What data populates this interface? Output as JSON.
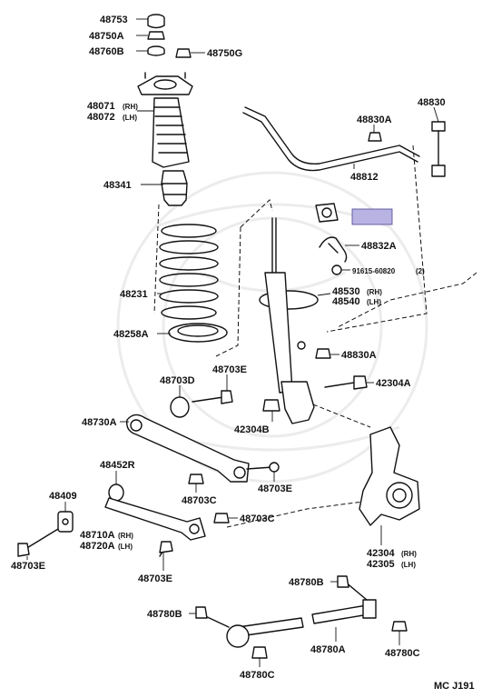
{
  "highlight_color": "#b9b3e3",
  "figure_code": "MC J191",
  "parts": {
    "p48753": "48753",
    "p48750A": "48750A",
    "p48760B": "48760B",
    "p48750G": "48750G",
    "p48071": "48071",
    "p48072": "48072",
    "p48341": "48341",
    "p48231": "48231",
    "p48258A": "48258A",
    "p48830": "48830",
    "p48830A_top": "48830A",
    "p48812": "48812",
    "p48832A": "48832A",
    "p91615": "91615-60820",
    "p91615_qty": "(2)",
    "p48530": "48530",
    "p48540": "48540",
    "p48830A_mid": "48830A",
    "p42304A": "42304A",
    "p42304B": "42304B",
    "p48703D": "48703D",
    "p48703E_a": "48703E",
    "p48730A": "48730A",
    "p48452R": "48452R",
    "p48703E_b": "48703E",
    "p48703C_a": "48703C",
    "p48703C_b": "48703C",
    "p48409": "48409",
    "p48710A": "48710A",
    "p48720A": "48720A",
    "p48703E_c": "48703E",
    "p48703E_d": "48703E",
    "p42304": "42304",
    "p42305": "42305",
    "p48780B_a": "48780B",
    "p48780B_b": "48780B",
    "p48780A": "48780A",
    "p48780C_a": "48780C",
    "p48780C_b": "48780C"
  },
  "sides": {
    "rh": "(RH)",
    "lh": "(LH)"
  }
}
